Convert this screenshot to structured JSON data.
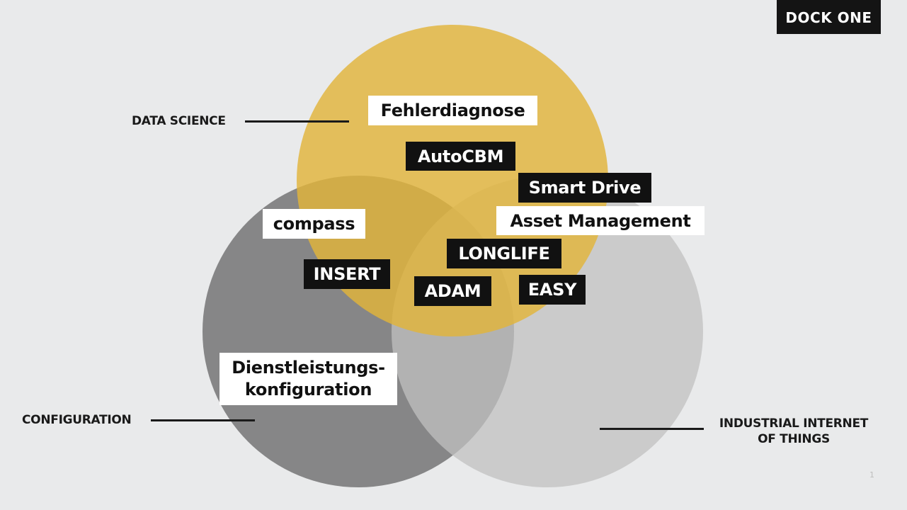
{
  "logo": "DOCK ONE",
  "circles": [
    {
      "name": "data-science",
      "label": "DATA SCIENCE",
      "color": "#e2b43a",
      "opacity": 0.82
    },
    {
      "name": "configuration",
      "label": "CONFIGURATION",
      "color": "#6e6e6e",
      "opacity": 0.8
    },
    {
      "name": "industrial-internet-of-things",
      "label_line1": "INDUSTRIAL INTERNET",
      "label_line2": "OF THINGS",
      "color": "#c4c4c4",
      "opacity": 0.75
    }
  ],
  "projects": {
    "fehlerdiagnose": "Fehlerdiagnose",
    "autocbm": "AutoCBM",
    "smart_drive": "Smart Drive",
    "compass": "compass",
    "asset_management": "Asset Management",
    "longlife": "LONGLIFE",
    "insert": "INSERT",
    "adam": "ADAM",
    "easy": "EASY",
    "dienstleistungs_line1": "Dienstleistungs-",
    "dienstleistungs_line2": "konfiguration"
  },
  "page_number": "1"
}
